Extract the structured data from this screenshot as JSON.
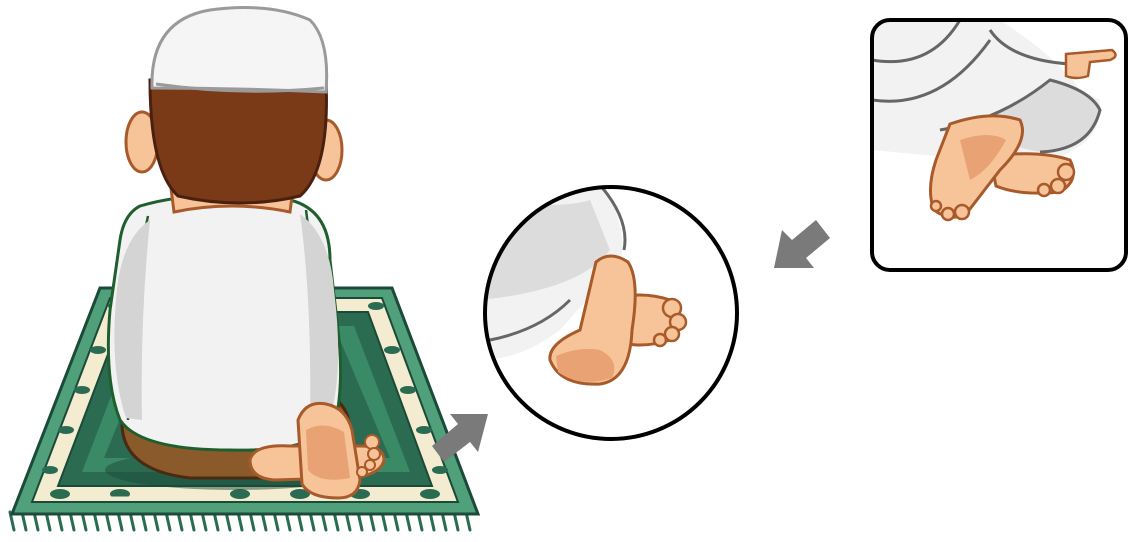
{
  "scene": {
    "subject": "seated-prayer-posture",
    "panels": [
      {
        "name": "main-figure",
        "shape": "full"
      },
      {
        "name": "foot-closeup",
        "shape": "circle"
      },
      {
        "name": "feet-detail",
        "shape": "rounded-rect"
      }
    ],
    "arrows": [
      {
        "name": "arrow-to-closeup",
        "direction": "up-right"
      },
      {
        "name": "arrow-from-detail",
        "direction": "down-left"
      }
    ]
  },
  "colors": {
    "rug_dark": "#2a6b52",
    "rug_light": "#4fa07b",
    "rug_cream": "#f4ecd0",
    "rug_outline": "#1c4a38",
    "robe": "#f2f2f2",
    "robe_shadow": "#d4d4d4",
    "robe_outline": "#1f5f2e",
    "hair": "#7a3a18",
    "skin": "#f7c49a",
    "skin_shadow": "#e8a274",
    "skin_outline": "#a85a2a",
    "cap": "#f5f5f5",
    "pants": "#8a5a2a",
    "arrow": "#7a7a7a",
    "panel_outline": "#000000"
  }
}
